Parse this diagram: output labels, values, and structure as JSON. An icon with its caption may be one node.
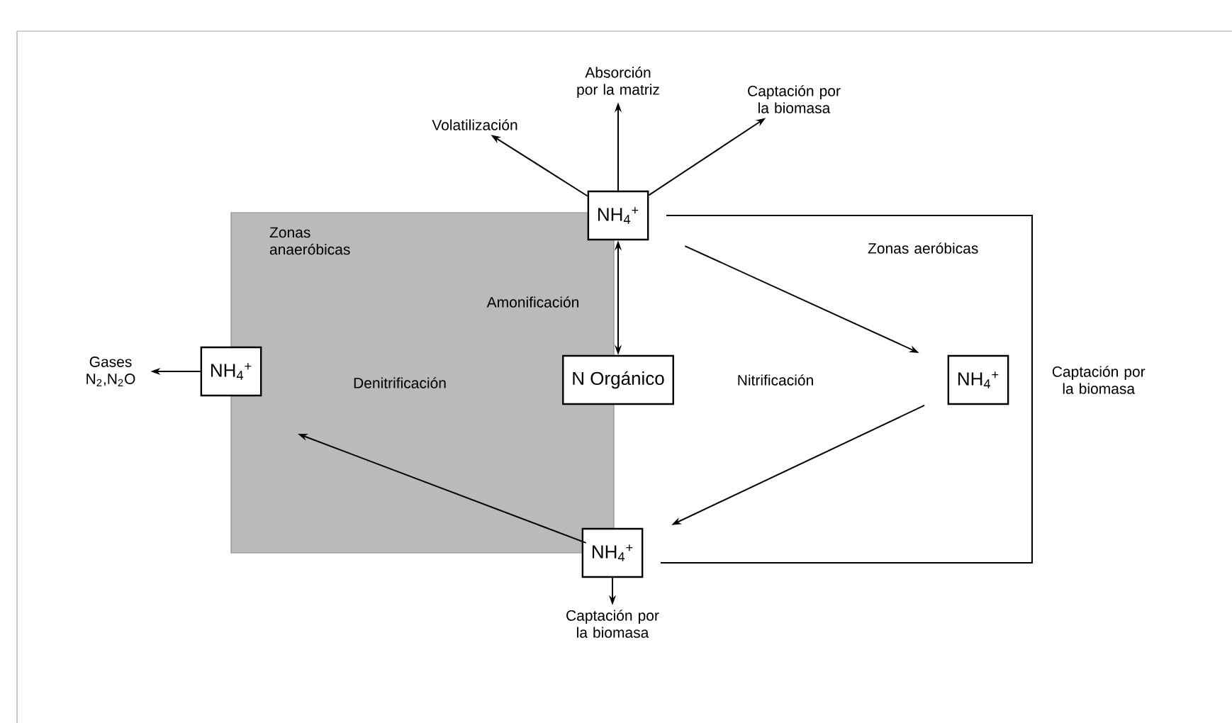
{
  "diagram": {
    "nodes": [
      {
        "text": [
          "NH$_{4}$$^{+}$"
        ]
      },
      {
        "text": [
          "Volatilización"
        ]
      },
      {
        "text": [
          "Absorción por la matriz"
        ]
      },
      {
        "text": [
          "Captación por la biomasa"
        ]
      },
      {
        "text": [
          "NH$_{4}$$^{+}$"
        ]
      },
      {
        "text": [
          "Gases N$_{2}$,N$_{2}$O"
        ]
      },
      {
        "text": [
          "N Orgánico"
        ]
      },
      {
        "text": [
          "NH$_{4}$$^{+}$"
        ],
        "beside": [
          "Captación por la biomasa"
        ]
      },
      {
        "text": [
          "NH$_{4}$$^{+}$"
        ]
      },
      {
        "text": [
          "Captación por la biomasa"
        ]
      }
    ],
    "edges": [
      {
        "from": 0,
        "to": 1,
        "arrow": "to"
      },
      {
        "from": 0,
        "to": 2,
        "arrow": "to"
      },
      {
        "from": 0,
        "to": 3,
        "arrow": "to"
      },
      {
        "from": 6,
        "to": 0,
        "arrow": "both"
      },
      {
        "from": 0,
        "to": 7,
        "arrow": "to"
      },
      {
        "from": 7,
        "to": 8,
        "arrow": "to"
      },
      {
        "from": 8,
        "to": null,
        "arrow": "to"
      },
      {
        "from": 4,
        "to": 5,
        "arrow": "to"
      },
      {
        "from": 8,
        "to": 9,
        "arrow": "to"
      }
    ],
    "labels": [
      "Zonas anaeróbicas",
      "Amonificación",
      "Zonas aeróbicas",
      "Denitrificación",
      "Nitrificación"
    ]
  }
}
